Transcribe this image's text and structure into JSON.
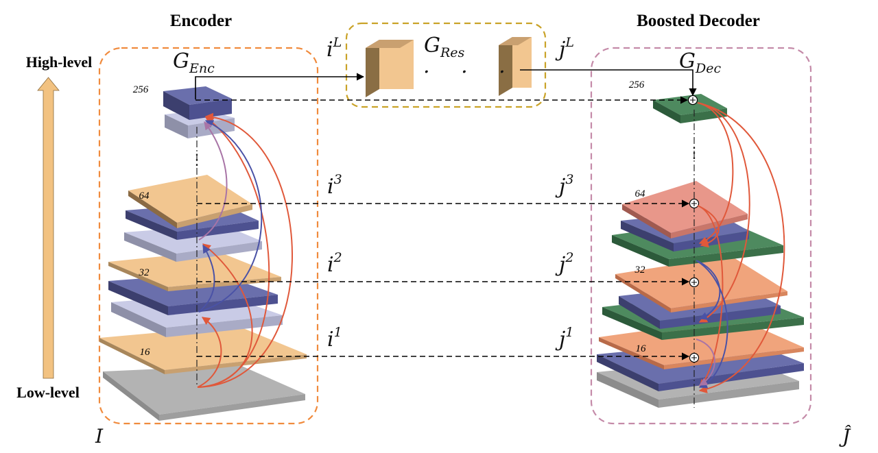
{
  "titles": {
    "encoder": "Encoder",
    "decoder": "Boosted Decoder"
  },
  "axis": {
    "high": "High-level",
    "low": "Low-level"
  },
  "symbols": {
    "input": "I",
    "output": "Ĵ",
    "g_enc_base": "G",
    "g_enc_sub": "Enc",
    "g_dec_base": "G",
    "g_dec_sub": "Dec",
    "g_res_base": "G",
    "g_res_sub": "Res",
    "dots": ". . .",
    "v_dots": "⋮"
  },
  "encoder_levels": [
    "256",
    "64",
    "32",
    "16"
  ],
  "decoder_levels": [
    "256",
    "64",
    "32",
    "16"
  ],
  "skip_links": [
    {
      "enc_base": "i",
      "enc_sup": "L",
      "dec_base": "j",
      "dec_sup": "L"
    },
    {
      "enc_base": "i",
      "enc_sup": "3",
      "dec_base": "j",
      "dec_sup": "3"
    },
    {
      "enc_base": "i",
      "enc_sup": "2",
      "dec_base": "j",
      "dec_sup": "2"
    },
    {
      "enc_base": "i",
      "enc_sup": "1",
      "dec_base": "j",
      "dec_sup": "1"
    }
  ],
  "colors": {
    "encoder_box": "#f08a3c",
    "decoder_box": "#c48aa8",
    "res_box": "#c9a227",
    "feature_tan": "#f2c690",
    "feature_blue": "#6a6fac",
    "feature_lilac": "#c9cbe6",
    "feature_gray": "#b3b3b3",
    "feature_green": "#4e8a5f",
    "feature_salmon": "#f0a47c",
    "feature_pink": "#e8978a",
    "arrow_red": "#e0583a",
    "arrow_blue": "#4a52a6",
    "arrow_purple": "#a874a6",
    "level_arrow": "#f2c281"
  }
}
